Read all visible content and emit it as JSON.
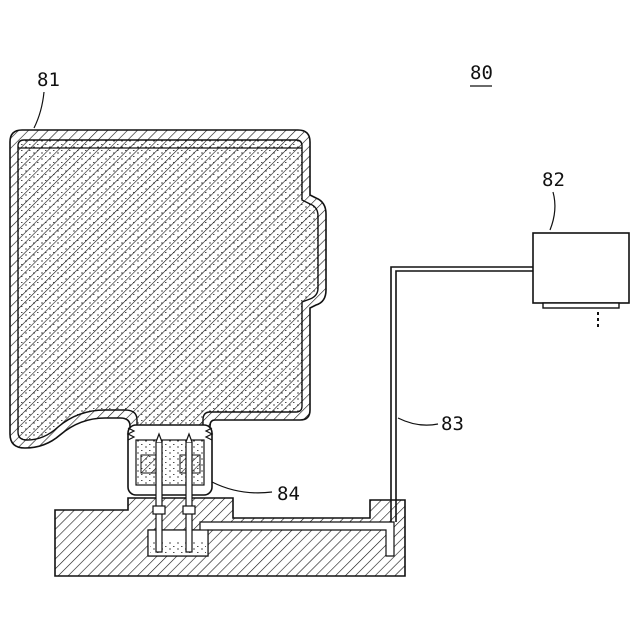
{
  "figure": {
    "labels": {
      "system": "80",
      "tank": "81",
      "head": "82",
      "tube": "83",
      "connector": "84"
    },
    "colors": {
      "line": "#111111",
      "background": "#ffffff"
    }
  }
}
